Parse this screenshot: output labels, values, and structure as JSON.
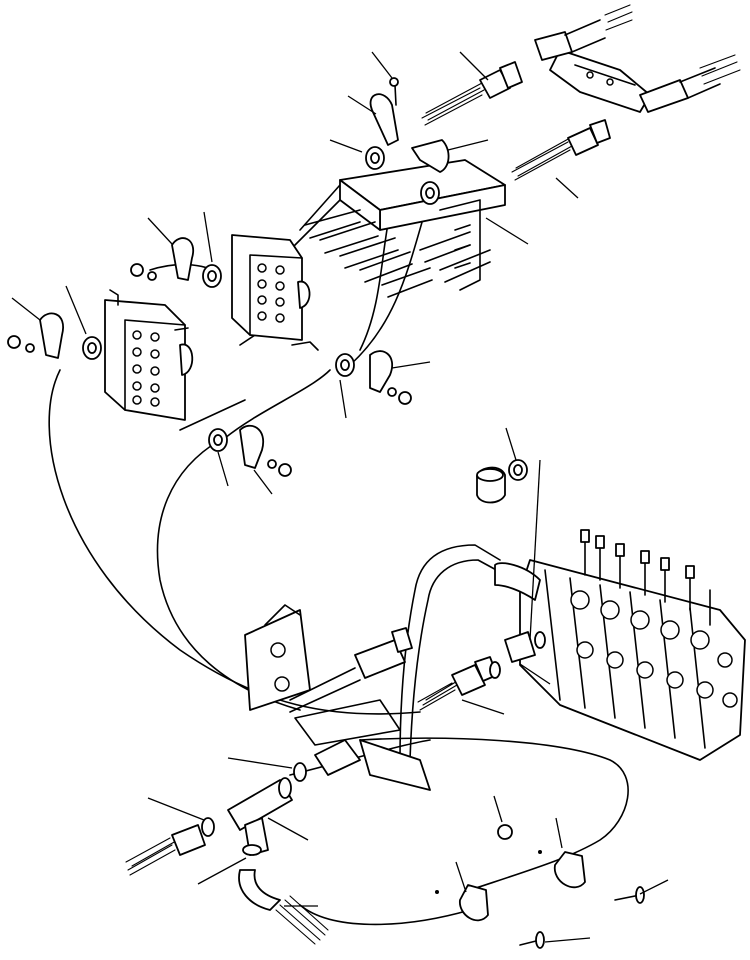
{
  "diagram": {
    "colors": {
      "ink": "#000000",
      "paper": "#ffffff"
    },
    "components": [
      "control-valve",
      "plate-block-left",
      "plate-block-middle",
      "plate-block-upper",
      "tee-fitting",
      "elbow-fitting",
      "hydraulic-hose",
      "clamp",
      "bolt",
      "nut",
      "o-ring",
      "plug"
    ]
  }
}
